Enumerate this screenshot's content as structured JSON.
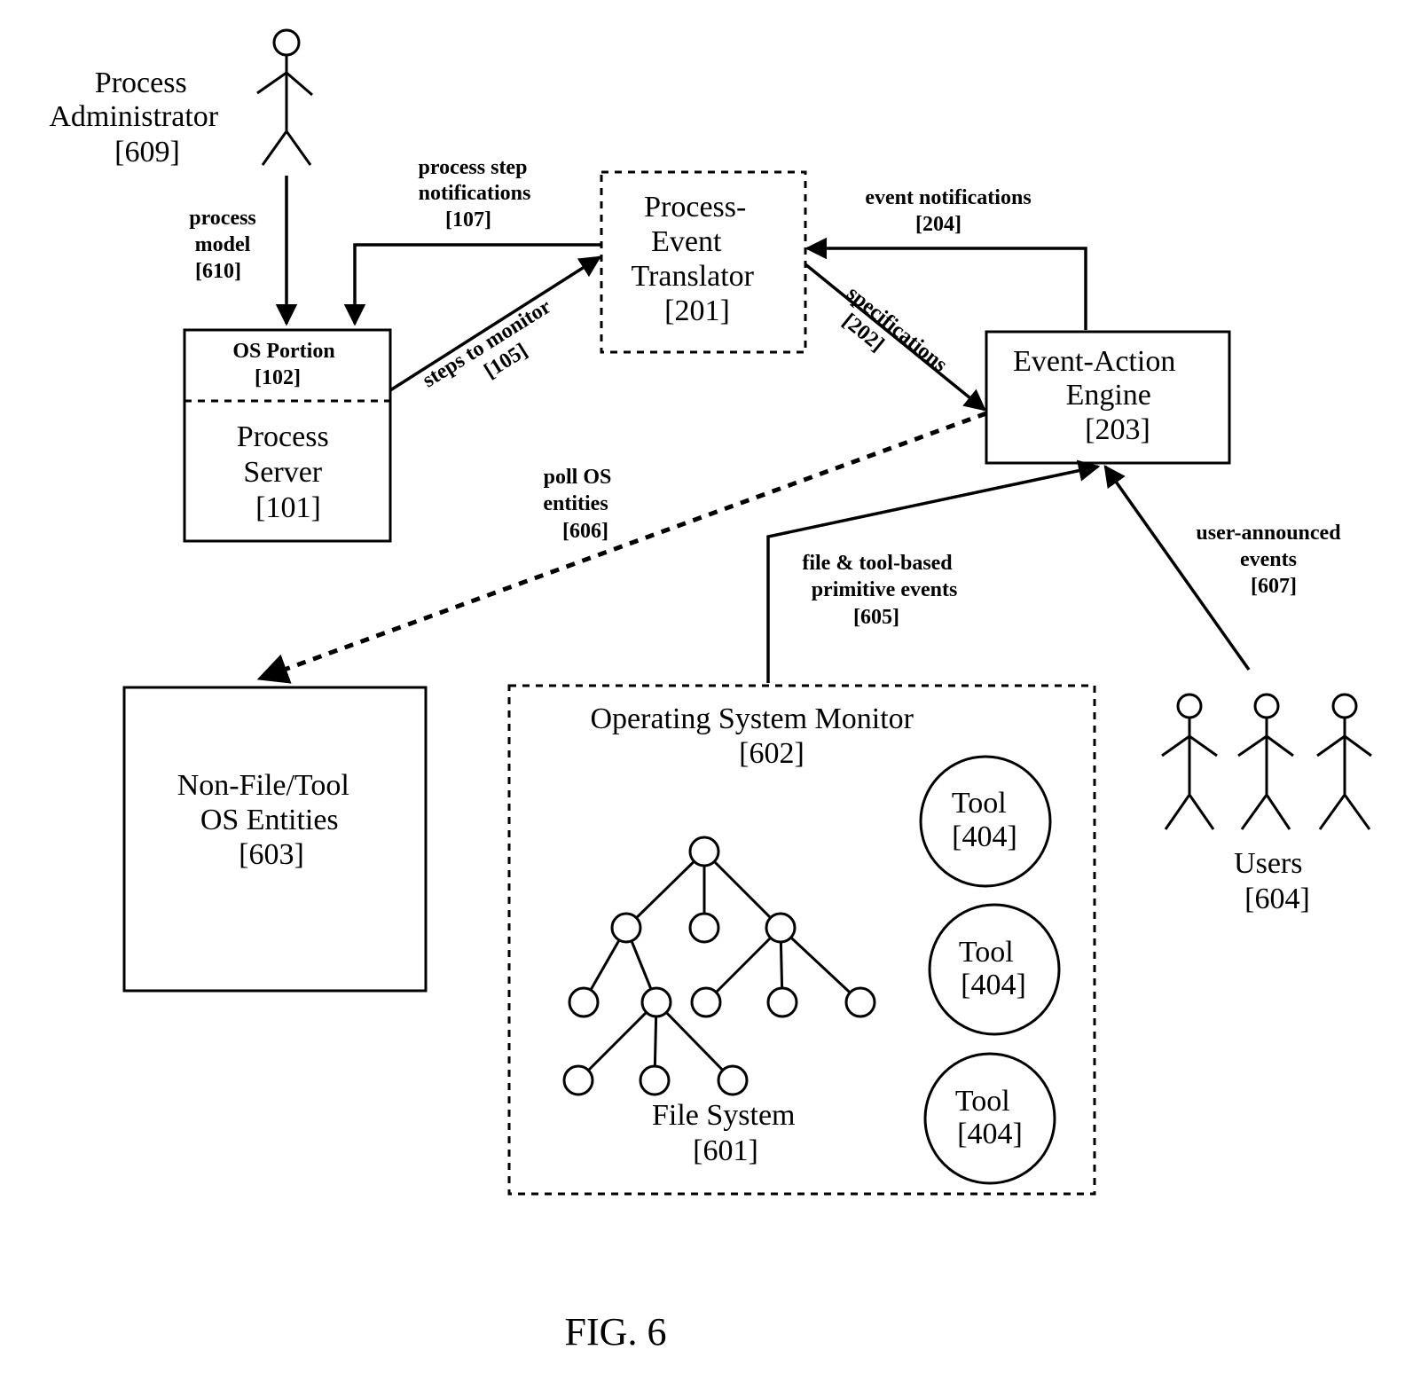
{
  "actors": {
    "administrator": [
      "Process",
      "Administrator",
      "[609]"
    ],
    "users": [
      "Users",
      "[604]"
    ]
  },
  "boxes": {
    "os_portion": [
      "OS Portion",
      "[102]"
    ],
    "process_server": [
      "Process",
      "Server",
      "[101]"
    ],
    "translator": [
      "Process-",
      "Event",
      "Translator",
      "[201]"
    ],
    "engine": [
      "Event-Action",
      "Engine",
      "[203]"
    ],
    "non_file": [
      "Non-File/Tool",
      "OS Entities",
      "[603]"
    ],
    "os_monitor": [
      "Operating System Monitor",
      "[602]"
    ],
    "file_system": [
      "File System",
      "[601]"
    ],
    "tools": [
      [
        "Tool",
        "[404]"
      ],
      [
        "Tool",
        "[404]"
      ],
      [
        "Tool",
        "[404]"
      ]
    ]
  },
  "flows": {
    "process_model": [
      "process",
      "model",
      "[610]"
    ],
    "step_notifications": [
      "process step",
      "notifications",
      "[107]"
    ],
    "steps_to_monitor": [
      "steps to monitor",
      "[105]"
    ],
    "event_notifications": [
      "event notifications",
      "[204]"
    ],
    "specifications": [
      "specifications",
      "[202]"
    ],
    "poll_os": [
      "poll OS",
      "entities",
      "[606]"
    ],
    "primitive_events": [
      "file & tool-based",
      "primitive events",
      "[605]"
    ],
    "user_events": [
      "user-announced",
      "events",
      "[607]"
    ]
  },
  "figure_label": "FIG. 6"
}
